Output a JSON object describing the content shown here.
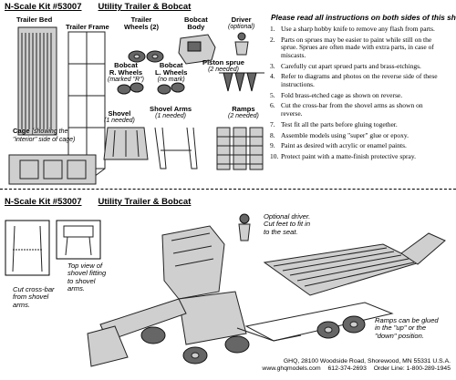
{
  "top": {
    "kit_no": "N-Scale Kit #53007",
    "kit_name": "Utility Trailer & Bobcat",
    "labels": {
      "trailer_bed": "Trailer Bed",
      "trailer_frame": "Trailer Frame",
      "trailer_wheels": "Trailer",
      "trailer_wheels_2": "Wheels (2)",
      "bobcat_body": "Bobcat",
      "bobcat_body_2": "Body",
      "driver": "Driver",
      "driver_sub": "(optional)",
      "bobcat_r_wheels": "Bobcat",
      "bobcat_r_wheels_2": "R. Wheels",
      "bobcat_r_wheels_sub": "(marked \"R\")",
      "bobcat_l_wheels": "Bobcat",
      "bobcat_l_wheels_2": "L. Wheels",
      "bobcat_l_wheels_sub": "(no mark)",
      "piston_sprue": "Piston sprue",
      "piston_sprue_sub": "(2 needed)",
      "shovel": "Shovel",
      "shovel_sub": "(1 needed)",
      "shovel_arms": "Shovel Arms",
      "shovel_arms_sub": "(1 needed)",
      "ramps": "Ramps",
      "ramps_sub": "(2 needed)",
      "cage": "Cage",
      "cage_sub": "(showing the",
      "cage_sub2": "\"interior\" side of cage)"
    }
  },
  "instructions": {
    "title": "Please read all instructions on both sides of this sheet.",
    "steps": [
      {
        "n": "1.",
        "text": "Use a sharp hobby knife to remove any flash from parts."
      },
      {
        "n": "2.",
        "text": "Parts on sprues may be easier to paint while still on the sprue. Sprues are often made with extra parts, in case of miscasts."
      },
      {
        "n": "3.",
        "text": "Carefully cut apart sprued parts and brass-etchings."
      },
      {
        "n": "4.",
        "text": "Refer to diagrams and photos on the reverse side of these instructions."
      },
      {
        "n": "5.",
        "text": "Fold brass-etched cage as shown on reverse."
      },
      {
        "n": "6.",
        "text": "Cut the cross-bar from the shovel arms as shown on reverse."
      },
      {
        "n": "7.",
        "text": "Test fit all the parts before gluing together."
      },
      {
        "n": "8.",
        "text": "Assemble models using \"super\" glue or epoxy."
      },
      {
        "n": "9.",
        "text": "Paint as desired with acrylic or enamel paints."
      },
      {
        "n": "10.",
        "text": "Protect paint with a matte-finish protective spray."
      }
    ]
  },
  "bottom": {
    "kit_no": "N-Scale Kit #53007",
    "kit_name": "Utility Trailer & Bobcat",
    "cut_note_1": "Cut cross-bar",
    "cut_note_2": "from shovel",
    "cut_note_3": "arms.",
    "top_view_1": "Top view of",
    "top_view_2": "shovel fitting",
    "top_view_3": "to shovel",
    "top_view_4": "arms.",
    "driver_note_1": "Optional driver.",
    "driver_note_2": "Cut feet to fit in",
    "driver_note_3": "to the seat.",
    "ramps_note_1": "Ramps can be glued",
    "ramps_note_2": "in the \"up\" or the",
    "ramps_note_3": "\"down\" position.",
    "footer_1": "GHQ, 28100 Woodside Road, Shorewood, MN 55331 U.S.A.",
    "footer_2_web": "www.ghqmodels.com",
    "footer_2_phone": "612-374-2693",
    "footer_2_order": "Order Line: 1-800-289-1945"
  }
}
